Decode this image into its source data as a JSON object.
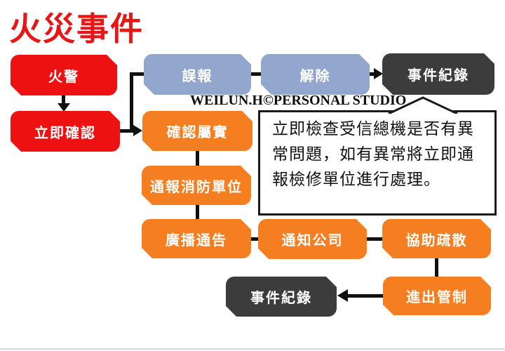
{
  "slide": {
    "title": "火災事件",
    "watermark": "WEILUN.H©PERSONAL STUDIO"
  },
  "nodes": {
    "fire_alarm": "火警",
    "immediate_confirm": "立即確認",
    "false_alarm": "誤報",
    "release": "解除",
    "incident_record_top": "事件紀錄",
    "confirmed_real": "確認屬實",
    "notify_fire_dept": "通報消防單位",
    "broadcast_notice": "廣播通告",
    "notify_company": "通知公司",
    "assist_evacuation": "協助疏散",
    "entry_exit_control": "進出管制",
    "incident_record_bottom": "事件紀錄"
  },
  "callout": {
    "text": "立即檢查受信總機是否有異\n常問題，如有異常將立即通\n報檢修單位進行處理。"
  },
  "colors": {
    "title_red": "#e81616",
    "node_red": "#ee1111",
    "node_blue": "#93a6ce",
    "node_orange": "#f57e20",
    "node_dark": "#3d3c3c",
    "connector_black": "#111111",
    "callout_border": "#1a1a1a"
  }
}
